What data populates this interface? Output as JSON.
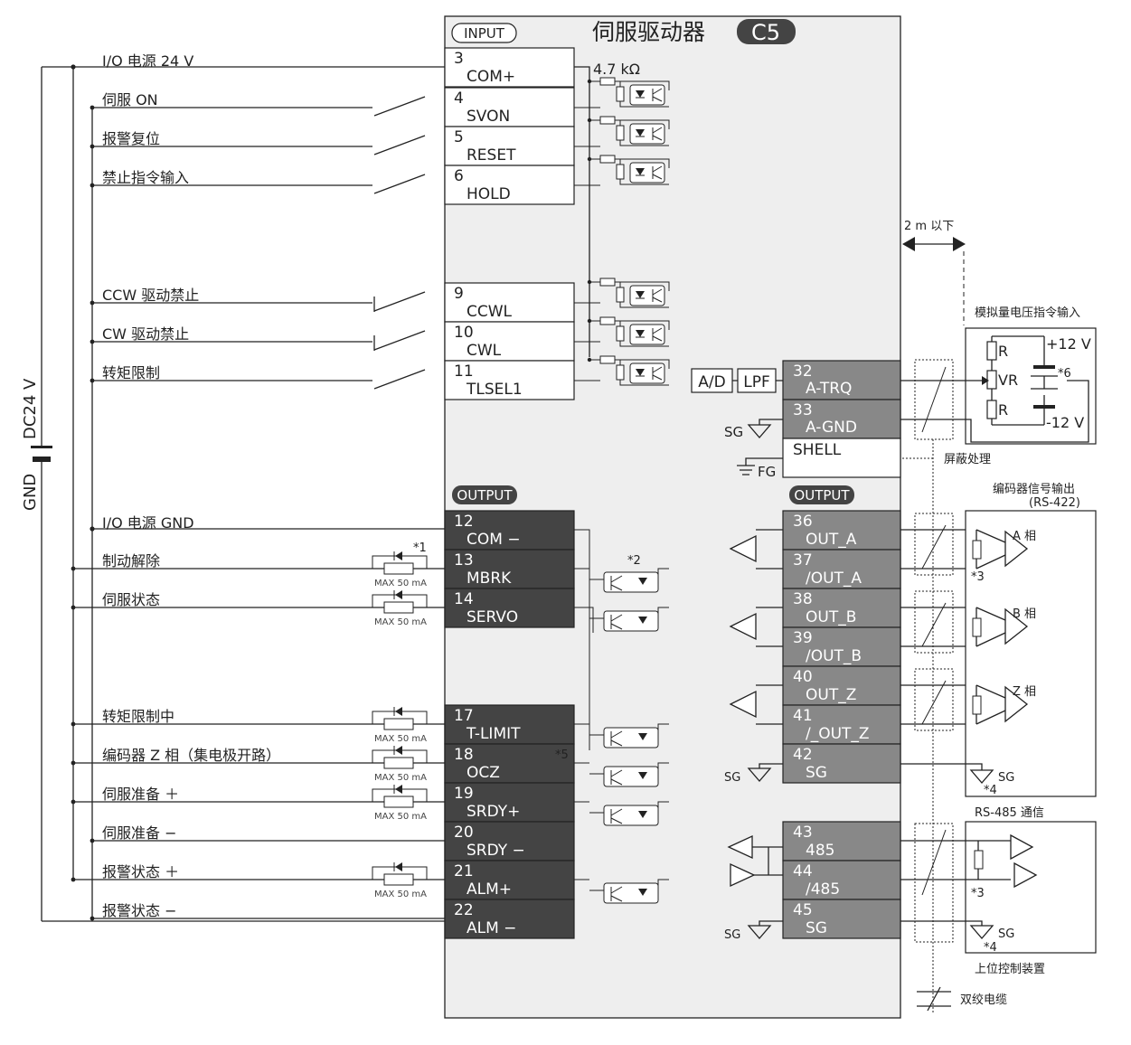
{
  "driver": {
    "title": "伺服驱动器",
    "model": "C5",
    "input_badge": "INPUT",
    "output_badge": "OUTPUT"
  },
  "left_power": {
    "io_24v": "I/O 电源 24 V",
    "dc24v": "DC24 V",
    "gnd": "GND",
    "io_gnd": "I/O 电源 GND"
  },
  "resistor_label": "4.7 kΩ",
  "input_signals": [
    {
      "label": "伺服 ON",
      "num": "4",
      "name": "SVON"
    },
    {
      "label": "报警复位",
      "num": "5",
      "name": "RESET"
    },
    {
      "label": "禁止指令输入",
      "num": "6",
      "name": "HOLD"
    },
    {
      "label": "CCW 驱动禁止",
      "num": "9",
      "name": "CCWL"
    },
    {
      "label": "CW 驱动禁止",
      "num": "10",
      "name": "CWL"
    },
    {
      "label": "转矩限制",
      "num": "11",
      "name": "TLSEL1"
    }
  ],
  "com_plus": {
    "num": "3",
    "name": "COM+"
  },
  "output_left": [
    {
      "label": "I/O 电源 GND",
      "num": "12",
      "name": "COM −"
    },
    {
      "label": "制动解除",
      "num": "13",
      "name": "MBRK"
    },
    {
      "label": "伺服状态",
      "num": "14",
      "name": "SERVO"
    },
    {
      "label": "转矩限制中",
      "num": "17",
      "name": "T-LIMIT"
    },
    {
      "label": "编码器 Z 相（集电极开路）",
      "num": "18",
      "name": "OCZ"
    },
    {
      "label": "伺服准备 ＋",
      "num": "19",
      "name": "SRDY+"
    },
    {
      "label": "伺服准备 −",
      "num": "20",
      "name": "SRDY −"
    },
    {
      "label": "报警状态 ＋",
      "num": "21",
      "name": "ALM+"
    },
    {
      "label": "报警状态 −",
      "num": "22",
      "name": "ALM −"
    }
  ],
  "max_current": "MAX 50 mA",
  "notes": {
    "n1": "*1",
    "n2": "*2",
    "n3": "*3",
    "n4": "*4",
    "n5": "*5",
    "n6": "*6"
  },
  "analog": {
    "distance": "2 m 以下",
    "title": "模拟量电压指令输入",
    "ad": "A/D",
    "lpf": "LPF",
    "pins": [
      {
        "num": "32",
        "name": "A-TRQ"
      },
      {
        "num": "33",
        "name": "A-GND"
      }
    ],
    "shell": "SHELL",
    "sg": "SG",
    "fg": "FG",
    "r": "R",
    "vr": "VR",
    "p12": "+12 V",
    "m12": "-12 V",
    "shield": "屏蔽处理"
  },
  "encoder": {
    "title": "编码器信号输出",
    "subtitle": "(RS-422)",
    "pins": [
      {
        "num": "36",
        "name": "OUT_A"
      },
      {
        "num": "37",
        "name": "/OUT_A"
      },
      {
        "num": "38",
        "name": "OUT_B"
      },
      {
        "num": "39",
        "name": "/OUT_B"
      },
      {
        "num": "40",
        "name": "OUT_Z"
      },
      {
        "num": "41",
        "name": "/_OUT_Z"
      },
      {
        "num": "42",
        "name": "SG"
      }
    ],
    "phases": [
      "A 相",
      "B 相",
      "Z 相"
    ]
  },
  "rs485": {
    "title": "RS-485 通信",
    "pins": [
      {
        "num": "43",
        "name": "485"
      },
      {
        "num": "44",
        "name": "/485"
      },
      {
        "num": "45",
        "name": "SG"
      }
    ],
    "host": "上位控制装置"
  },
  "legend": "双绞电缆"
}
